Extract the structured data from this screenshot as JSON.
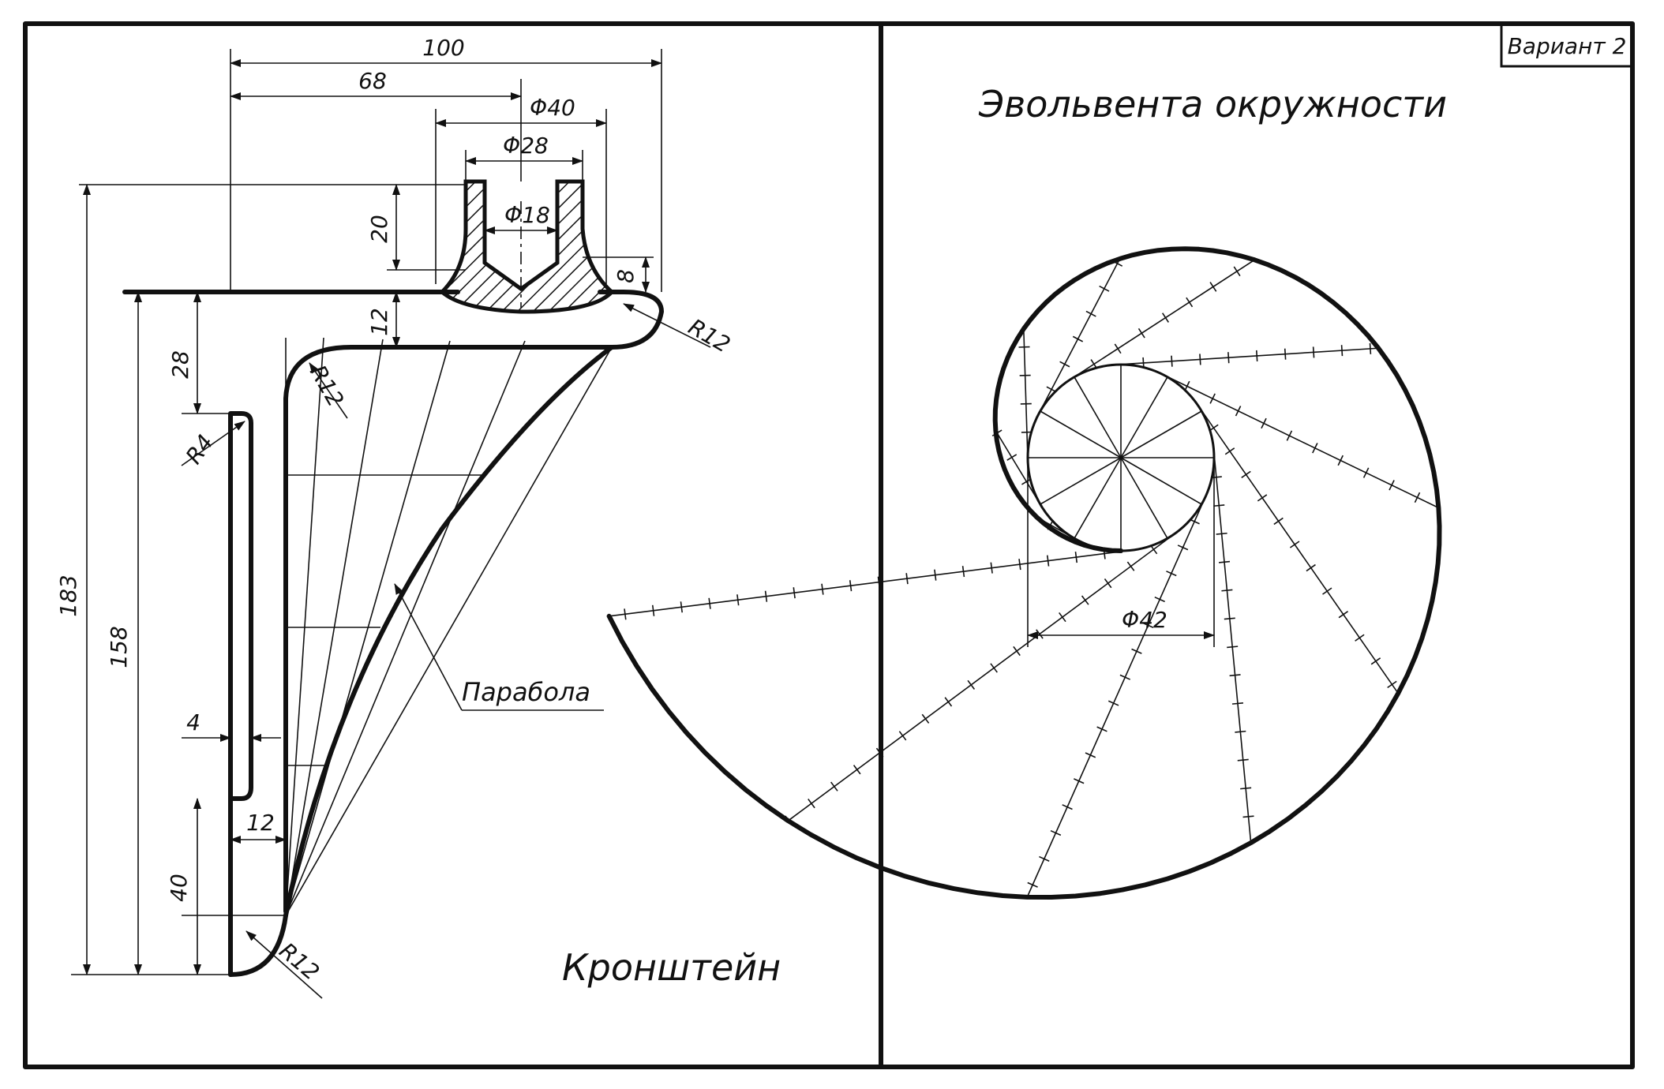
{
  "variant_label": "Вариант 2",
  "left_title": "Кронштейн",
  "right_title": "Эвольвента окружности",
  "parabola_label": "Парабола",
  "dimensions": {
    "d100": "100",
    "d68": "68",
    "phi40": "Φ40",
    "phi28": "Φ28",
    "phi18": "Φ18",
    "d20": "20",
    "d8": "8",
    "d12": "12",
    "r12_top": "R12",
    "r12_inner": "R12",
    "r12_bottom": "R12",
    "d28": "28",
    "r4": "R4",
    "d183": "183",
    "d158": "158",
    "d4": "4",
    "d12_low": "12",
    "d40": "40",
    "phi42": "Φ42"
  },
  "colors": {
    "ink": "#111111",
    "paper": "#ffffff"
  },
  "icons": {
    "hatch": "section-hatching"
  }
}
